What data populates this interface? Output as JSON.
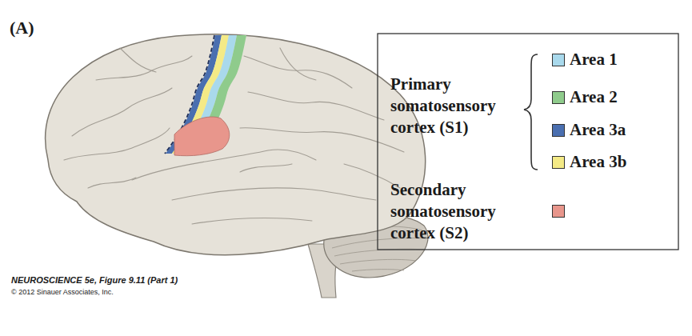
{
  "diagram": {
    "labels": [
      "(A)",
      "Primary somatosensory cortex (S1)",
      "NEUROSCIENCE 5e, Figure 9.11 (Part 1)",
      "© 2012 Sinauer Associates, Inc."
    ],
    "legend": [
      {
        "text": "Area 1",
        "color": "#a9d9ec"
      },
      {
        "text": "Area 2",
        "color": "#8fcb8c"
      },
      {
        "text": "Area 3a",
        "color": "#4a6fb0"
      },
      {
        "text": "Area 3b",
        "color": "#f4ea86"
      },
      {
        "text": "Secondary somatosensory cortex (S2)",
        "color": "#e8968c"
      }
    ]
  }
}
